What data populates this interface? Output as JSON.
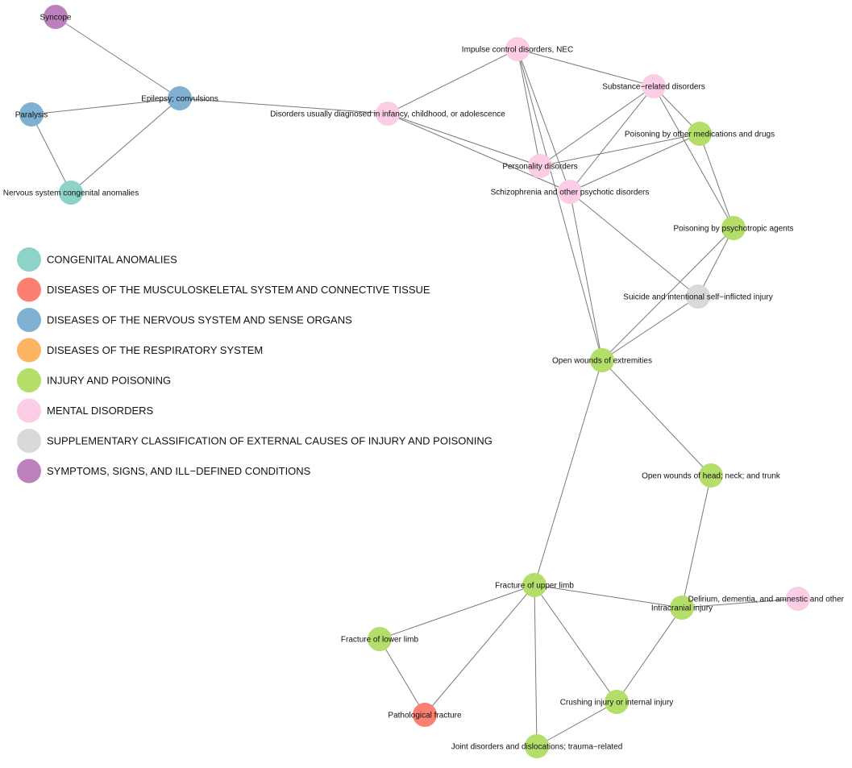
{
  "categories": [
    {
      "id": "congenital",
      "label": "CONGENITAL ANOMALIES",
      "color": "#8DD3C7"
    },
    {
      "id": "musculoskeletal",
      "label": "DISEASES OF THE MUSCULOSKELETAL SYSTEM AND CONNECTIVE TISSUE",
      "color": "#FB8072"
    },
    {
      "id": "nervous",
      "label": "DISEASES OF THE NERVOUS SYSTEM AND SENSE ORGANS",
      "color": "#80B1D3"
    },
    {
      "id": "respiratory",
      "label": "DISEASES OF THE RESPIRATORY SYSTEM",
      "color": "#FDB462"
    },
    {
      "id": "injury",
      "label": "INJURY AND POISONING",
      "color": "#B3DE69"
    },
    {
      "id": "mental",
      "label": "MENTAL DISORDERS",
      "color": "#FCCDE5"
    },
    {
      "id": "external",
      "label": "SUPPLEMENTARY CLASSIFICATION OF EXTERNAL CAUSES OF INJURY AND POISONING",
      "color": "#D9D9D9"
    },
    {
      "id": "symptoms",
      "label": "SYMPTOMS, SIGNS, AND ILL−DEFINED CONDITIONS",
      "color": "#BC80BD"
    }
  ],
  "nodes": [
    {
      "id": "syncope",
      "label": "Syncope",
      "category": "symptoms"
    },
    {
      "id": "epilepsy",
      "label": "Epilepsy; convulsions",
      "category": "nervous"
    },
    {
      "id": "paralysis",
      "label": "Paralysis",
      "category": "nervous"
    },
    {
      "id": "nervous_congenital",
      "label": "Nervous system congenital anomalies",
      "category": "congenital"
    },
    {
      "id": "impulse",
      "label": "Impulse control disorders, NEC",
      "category": "mental"
    },
    {
      "id": "infancy",
      "label": "Disorders usually diagnosed in infancy, childhood, or adolescence",
      "category": "mental"
    },
    {
      "id": "substance",
      "label": "Substance−related disorders",
      "category": "mental"
    },
    {
      "id": "poison_meds",
      "label": "Poisoning by other medications and drugs",
      "category": "injury"
    },
    {
      "id": "personality",
      "label": "Personality disorders",
      "category": "mental"
    },
    {
      "id": "schizo",
      "label": "Schizophrenia and other psychotic disorders",
      "category": "mental"
    },
    {
      "id": "poison_psycho",
      "label": "Poisoning by psychotropic agents",
      "category": "injury"
    },
    {
      "id": "suicide",
      "label": "Suicide and intentional self−inflicted injury",
      "category": "external"
    },
    {
      "id": "wounds_ext",
      "label": "Open wounds of extremities",
      "category": "injury"
    },
    {
      "id": "wounds_head",
      "label": "Open wounds of head; neck; and trunk",
      "category": "injury"
    },
    {
      "id": "fracture_upper",
      "label": "Fracture of upper limb",
      "category": "injury"
    },
    {
      "id": "delirium",
      "label": "Delirium, dementia, and amnestic and other",
      "category": "mental"
    },
    {
      "id": "intracranial",
      "label": "Intracranial injury",
      "category": "injury"
    },
    {
      "id": "fracture_lower",
      "label": "Fracture of lower limb",
      "category": "injury"
    },
    {
      "id": "crushing",
      "label": "Crushing injury or internal injury",
      "category": "injury"
    },
    {
      "id": "pathological",
      "label": "Pathological fracture",
      "category": "musculoskeletal"
    },
    {
      "id": "joint",
      "label": "Joint disorders and dislocations; trauma−related",
      "category": "injury"
    }
  ],
  "edges": [
    [
      "syncope",
      "epilepsy"
    ],
    [
      "epilepsy",
      "paralysis"
    ],
    [
      "epilepsy",
      "nervous_congenital"
    ],
    [
      "paralysis",
      "nervous_congenital"
    ],
    [
      "epilepsy",
      "infancy"
    ],
    [
      "infancy",
      "impulse"
    ],
    [
      "infancy",
      "personality"
    ],
    [
      "infancy",
      "schizo"
    ],
    [
      "impulse",
      "substance"
    ],
    [
      "impulse",
      "personality"
    ],
    [
      "impulse",
      "schizo"
    ],
    [
      "impulse",
      "wounds_ext"
    ],
    [
      "substance",
      "poison_meds"
    ],
    [
      "substance",
      "poison_psycho"
    ],
    [
      "substance",
      "personality"
    ],
    [
      "substance",
      "schizo"
    ],
    [
      "poison_meds",
      "poison_psycho"
    ],
    [
      "poison_meds",
      "personality"
    ],
    [
      "poison_meds",
      "schizo"
    ],
    [
      "schizo",
      "suicide"
    ],
    [
      "schizo",
      "wounds_ext"
    ],
    [
      "poison_psycho",
      "suicide"
    ],
    [
      "poison_psycho",
      "wounds_ext"
    ],
    [
      "suicide",
      "wounds_ext"
    ],
    [
      "wounds_ext",
      "wounds_head"
    ],
    [
      "wounds_ext",
      "fracture_upper"
    ],
    [
      "wounds_head",
      "intracranial"
    ],
    [
      "fracture_upper",
      "intracranial"
    ],
    [
      "fracture_upper",
      "fracture_lower"
    ],
    [
      "fracture_upper",
      "pathological"
    ],
    [
      "fracture_upper",
      "crushing"
    ],
    [
      "fracture_upper",
      "joint"
    ],
    [
      "intracranial",
      "delirium"
    ],
    [
      "intracranial",
      "crushing"
    ],
    [
      "fracture_lower",
      "pathological"
    ],
    [
      "crushing",
      "joint"
    ]
  ]
}
